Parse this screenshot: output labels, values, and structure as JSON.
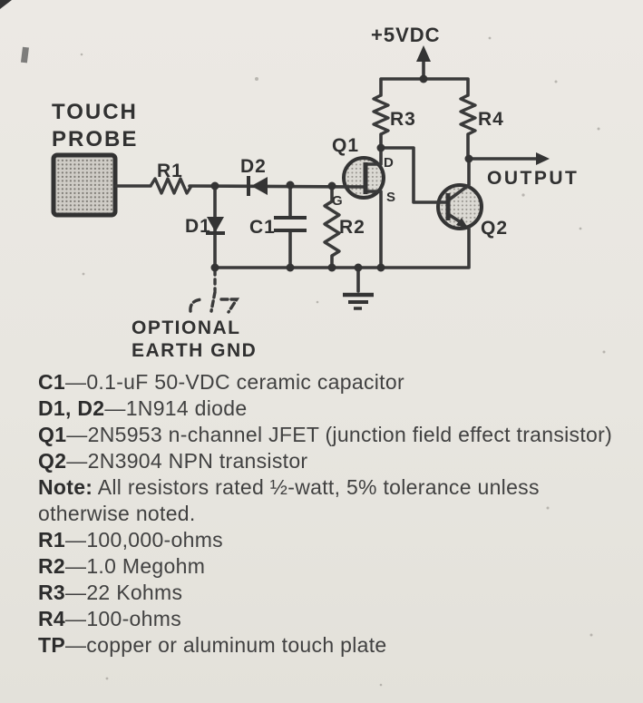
{
  "page": {
    "paper_color": "#e8e6e0",
    "ink_color": "#373737"
  },
  "circuit": {
    "labels": {
      "supply": "+5VDC",
      "touch_line1": "TOUCH",
      "touch_line2": "PROBE",
      "r1": "R1",
      "r2": "R2",
      "r3": "R3",
      "r4": "R4",
      "d1": "D1",
      "d2": "D2",
      "c1": "C1",
      "q1": "Q1",
      "q2": "Q2",
      "jfet_drain": "D",
      "jfet_gate": "G",
      "jfet_source": "S",
      "output": "OUTPUT",
      "earth_line1": "OPTIONAL",
      "earth_line2": "EARTH GND"
    }
  },
  "parts_list": [
    {
      "label": "C1",
      "rest": "—0.1-uF 50-VDC ceramic capacitor"
    },
    {
      "label": "D1, D2",
      "rest": "—1N914 diode"
    },
    {
      "label": "Q1",
      "rest": "—2N5953 n-channel JFET (junction field effect transistor)"
    },
    {
      "label": "Q2",
      "rest": "—2N3904 NPN transistor"
    },
    {
      "label": "Note:",
      "rest": " All resistors rated ½-watt, 5% tolerance unless otherwise noted."
    },
    {
      "label": "R1",
      "rest": "—100,000-ohms"
    },
    {
      "label": "R2",
      "rest": "—1.0 Megohm"
    },
    {
      "label": "R3",
      "rest": "—22 Kohms"
    },
    {
      "label": "R4",
      "rest": "—100-ohms"
    },
    {
      "label": "TP",
      "rest": "—copper or aluminum touch plate"
    }
  ]
}
